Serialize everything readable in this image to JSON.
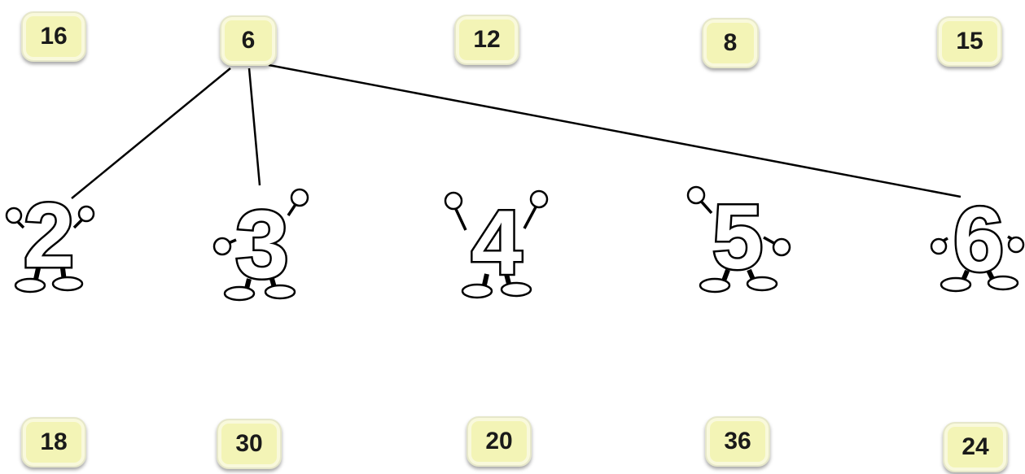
{
  "top_tiles": [
    {
      "label": "16"
    },
    {
      "label": "6"
    },
    {
      "label": "12"
    },
    {
      "label": "8"
    },
    {
      "label": "15"
    }
  ],
  "characters": [
    {
      "digit": "2"
    },
    {
      "digit": "3"
    },
    {
      "digit": "4"
    },
    {
      "digit": "5"
    },
    {
      "digit": "6"
    }
  ],
  "bottom_tiles": [
    {
      "label": "18"
    },
    {
      "label": "30"
    },
    {
      "label": "20"
    },
    {
      "label": "36"
    },
    {
      "label": "24"
    }
  ],
  "connections": [
    {
      "from_tile": "6",
      "to_character": "2"
    },
    {
      "from_tile": "6",
      "to_character": "3"
    },
    {
      "from_tile": "6",
      "to_character": "6"
    }
  ]
}
